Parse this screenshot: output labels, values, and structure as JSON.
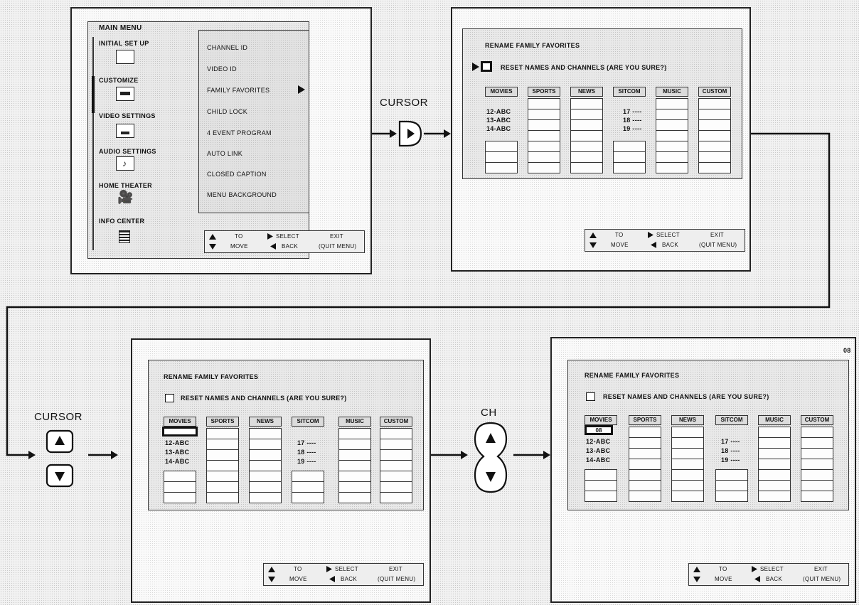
{
  "main_menu": {
    "title": "MAIN MENU",
    "items": [
      {
        "label": "INITIAL SET UP",
        "icon": "tv-icon"
      },
      {
        "label": "CUSTOMIZE",
        "icon": "remote-icon"
      },
      {
        "label": "VIDEO SETTINGS",
        "icon": "monitor-icon"
      },
      {
        "label": "AUDIO SETTINGS",
        "icon": "music-note-icon"
      },
      {
        "label": "HOME THEATER",
        "icon": "projector-icon"
      },
      {
        "label": "INFO CENTER",
        "icon": "document-icon"
      }
    ],
    "submenu": [
      "CHANNEL ID",
      "VIDEO ID",
      "FAMILY FAVORITES",
      "CHILD LOCK",
      "4 EVENT PROGRAM",
      "AUTO LINK",
      "CLOSED CAPTION",
      "MENU BACKGROUND"
    ]
  },
  "controls": {
    "to": "TO",
    "move": "MOVE",
    "select": "SELECT",
    "back": "BACK",
    "exit": "EXIT",
    "quit_menu": "(QUIT MENU)"
  },
  "rename": {
    "title": "RENAME FAMILY FAVORITES",
    "reset": "RESET NAMES AND CHANNELS (ARE YOU SURE?)",
    "columns": [
      "MOVIES",
      "SPORTS",
      "NEWS",
      "SITCOM",
      "MUSIC",
      "CUSTOM"
    ],
    "movies_channels": [
      "12-ABC",
      "13-ABC",
      "14-ABC"
    ],
    "sitcom_channels": [
      "17 ----",
      "18 ----",
      "19 ----"
    ],
    "channel_entry": "08",
    "corner_channel": "08"
  },
  "labels": {
    "cursor1": "CURSOR",
    "cursor2": "CURSOR",
    "ch": "CH"
  }
}
